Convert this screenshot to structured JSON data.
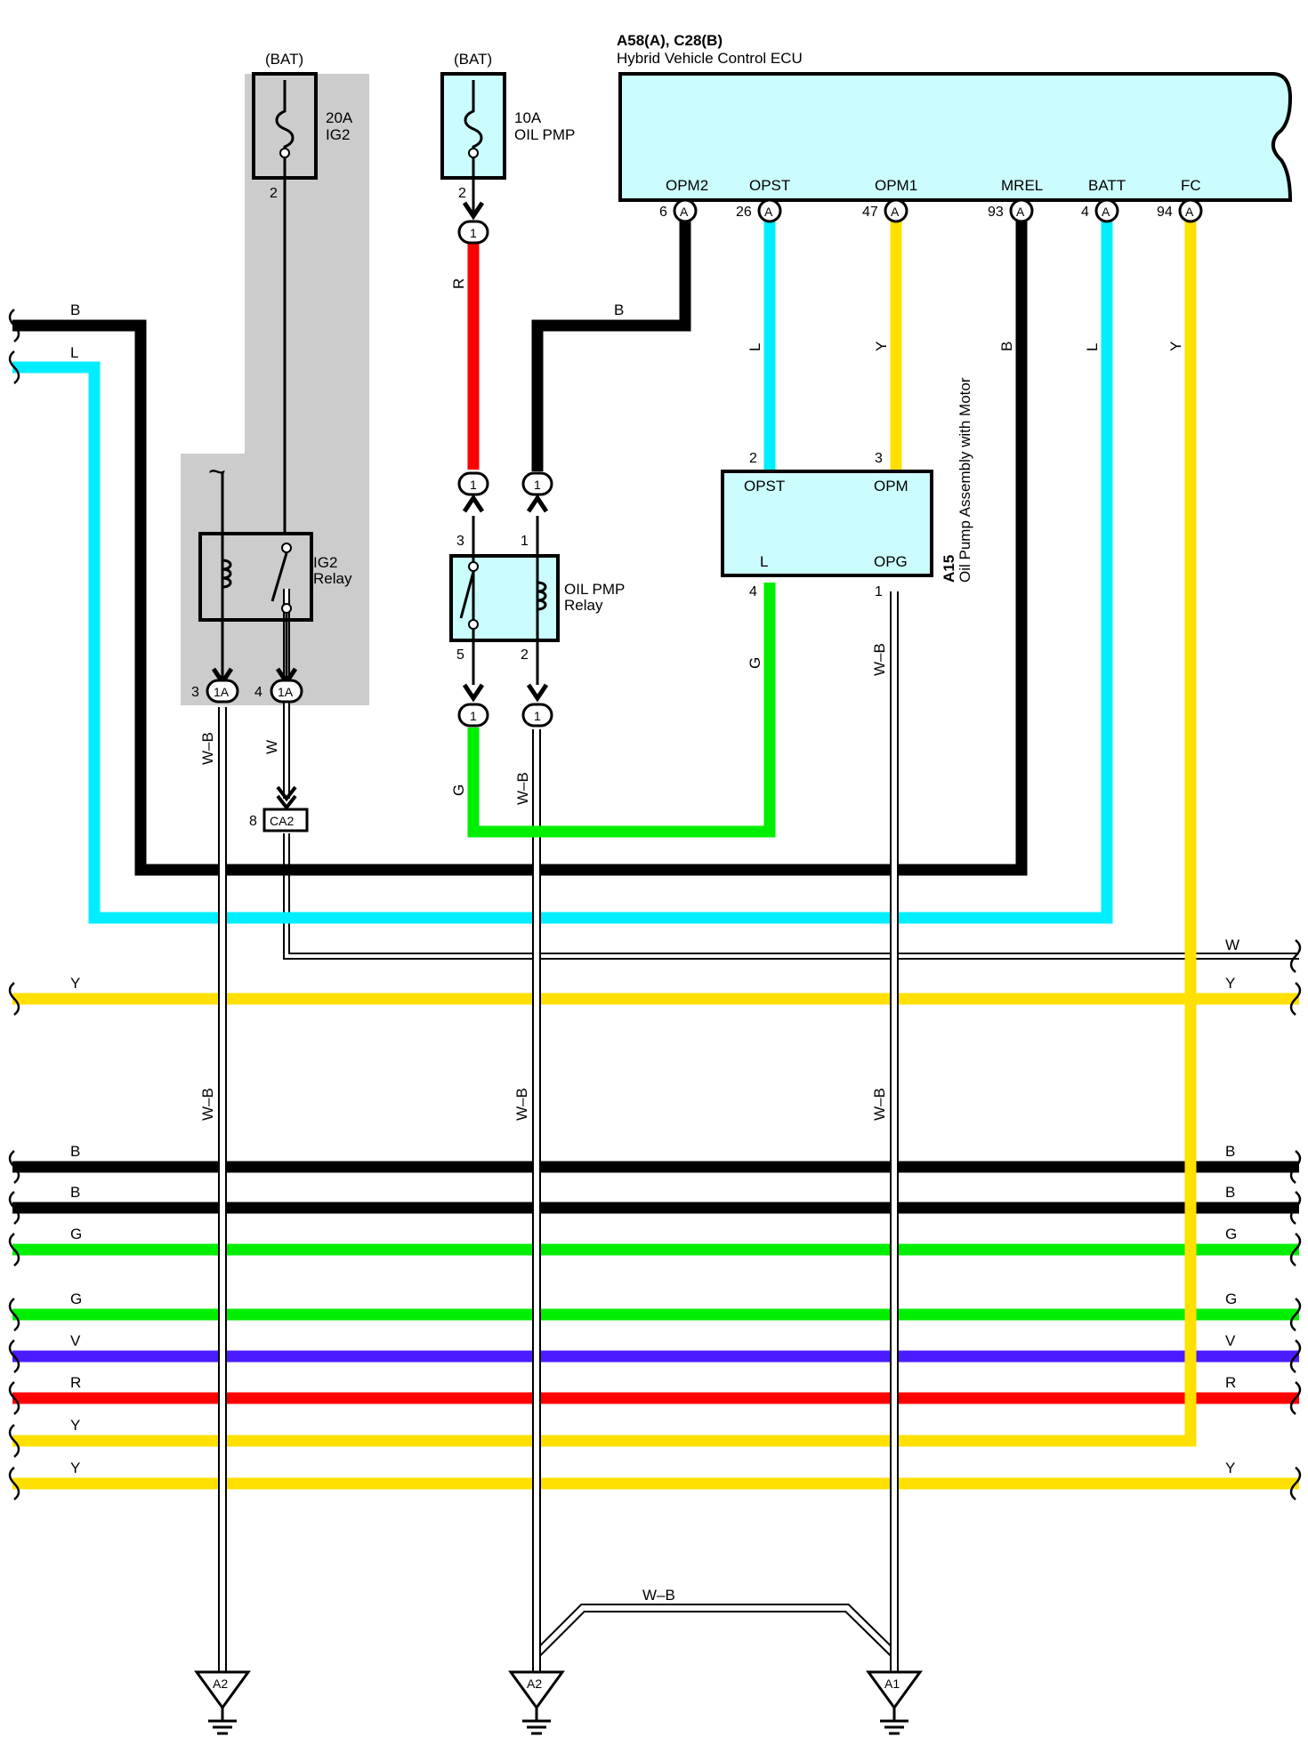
{
  "title": "Hybrid Vehicle Control ECU",
  "ecu": {
    "code": "A58(A), C28(B)",
    "name": "Hybrid Vehicle Control ECU",
    "terminals": [
      {
        "name": "OPM2",
        "pin": "6",
        "conn": "A"
      },
      {
        "name": "OPST",
        "pin": "26",
        "conn": "A"
      },
      {
        "name": "OPM1",
        "pin": "47",
        "conn": "A"
      },
      {
        "name": "MREL",
        "pin": "93",
        "conn": "A"
      },
      {
        "name": "BATT",
        "pin": "4",
        "conn": "A"
      },
      {
        "name": "FC",
        "pin": "94",
        "conn": "A"
      }
    ]
  },
  "fuses": [
    {
      "source": "(BAT)",
      "rating": "20A",
      "name": "IG2",
      "pin": "2"
    },
    {
      "source": "(BAT)",
      "rating": "10A",
      "name": "OIL PMP",
      "pin": "2"
    }
  ],
  "relays": {
    "ig2": {
      "name1": "IG2",
      "name2": "Relay",
      "pins": [
        "3",
        "4"
      ],
      "conn": "1A"
    },
    "oilpmp": {
      "name1": "OIL PMP",
      "name2": "Relay",
      "pins": [
        "3",
        "1",
        "5",
        "2"
      ],
      "conn": "1"
    }
  },
  "oil_pump": {
    "code": "A15",
    "name": "Oil Pump Assembly with Motor",
    "terminals": [
      {
        "name": "OPST",
        "pin": "2"
      },
      {
        "name": "OPM",
        "pin": "3"
      },
      {
        "name": "L",
        "pin": "4"
      },
      {
        "name": "OPG",
        "pin": "1"
      }
    ]
  },
  "connectors": {
    "ca2": {
      "label": "CA2",
      "pin": "8"
    },
    "one": "1",
    "tilde": "~"
  },
  "grounds": [
    "A2",
    "A2",
    "A1"
  ],
  "wire_colors": {
    "B": "#000000",
    "L": "#00eeff",
    "Y": "#ffe000",
    "R": "#ff0000",
    "G": "#00ee00",
    "V": "#4a1cff",
    "W-B": "#ffffff",
    "W": "#ffffff"
  },
  "wire_labels": {
    "B": "B",
    "L": "L",
    "Y": "Y",
    "R": "R",
    "G": "G",
    "V": "V",
    "W": "W",
    "WB": "W–B"
  },
  "bus_rows": [
    {
      "left": "Y",
      "right": "Y"
    },
    {
      "left": "B",
      "right": "B"
    },
    {
      "left": "B",
      "right": "B"
    },
    {
      "left": "G",
      "right": "G"
    },
    {
      "left": "G",
      "right": "G"
    },
    {
      "left": "V",
      "right": "V"
    },
    {
      "left": "R",
      "right": "R"
    },
    {
      "left": "Y",
      "right": ""
    },
    {
      "left": "Y",
      "right": "Y"
    }
  ],
  "colors": {
    "highlight_bg": "#cccccc",
    "component_fill": "#ccfdfe"
  }
}
